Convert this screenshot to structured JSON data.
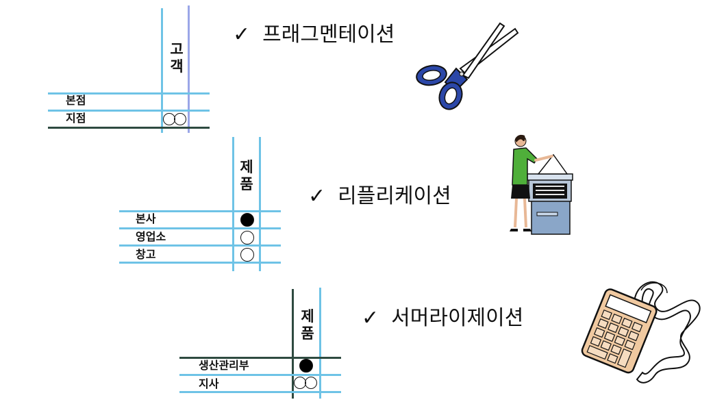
{
  "colors": {
    "line_blue": "#6ec3e6",
    "line_purple": "#9aa6e8",
    "line_dark": "#2e4a40"
  },
  "sections": [
    {
      "heading_check": "✓",
      "heading": "프래그멘테이션",
      "axis_label": [
        "고",
        "객"
      ],
      "rows": [
        "본점",
        "지점"
      ],
      "icon": "scissors-icon"
    },
    {
      "heading_check": "✓",
      "heading": "리플리케이션",
      "axis_label": [
        "제",
        "품"
      ],
      "rows": [
        "본사",
        "영업소",
        "창고"
      ],
      "icon": "photocopier-icon"
    },
    {
      "heading_check": "✓",
      "heading": "서머라이제이션",
      "axis_label": [
        "제",
        "품"
      ],
      "rows": [
        "생산관리부",
        "지사"
      ],
      "icon": "calculator-icon"
    }
  ]
}
